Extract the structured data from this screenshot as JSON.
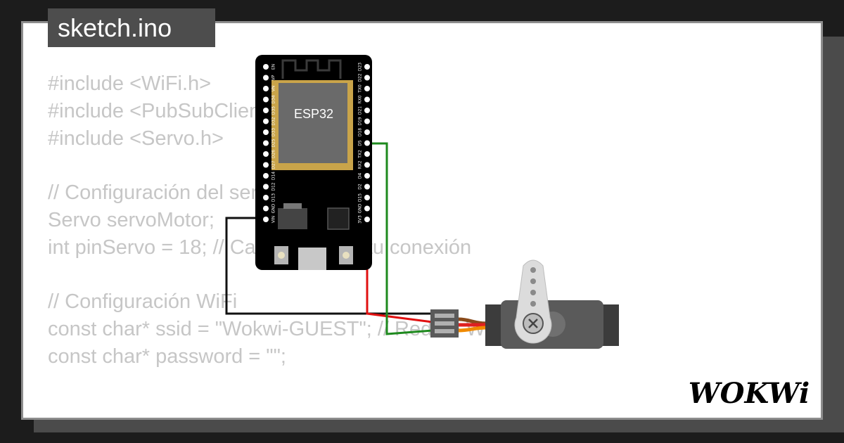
{
  "file_tab": {
    "label": "sketch.ino"
  },
  "code": {
    "lines": [
      "#include <WiFi.h>",
      "#include <PubSubClient.h>",
      "#include <Servo.h>",
      "",
      "// Configuración del servo",
      "Servo servoMotor;",
      "int pinServo = 18; // Cambia según tu conexión",
      "",
      "// Configuración WiFi",
      "const char* ssid = \"Wokwi-GUEST\"; // Red de Wokwi",
      "const char* password = \"\";"
    ]
  },
  "board": {
    "chip_label": "ESP32",
    "left_pins": [
      "EN",
      "VP",
      "VN",
      "D34",
      "D35",
      "D32",
      "D33",
      "D25",
      "D26",
      "D27",
      "D14",
      "D12",
      "D13",
      "GND",
      "VIN"
    ],
    "right_pins": [
      "D23",
      "D22",
      "TX0",
      "RX0",
      "D21",
      "D19",
      "D18",
      "D5",
      "TX2",
      "RX2",
      "D4",
      "D2",
      "D15",
      "GND",
      "3V3"
    ]
  },
  "colors": {
    "wire_signal": "#1e8a1e",
    "wire_power": "#e01010",
    "wire_ground": "#111111",
    "servo_body": "#5a5a5a",
    "code_text": "#c6c6c6"
  },
  "logo": {
    "text": "WOKWi"
  }
}
